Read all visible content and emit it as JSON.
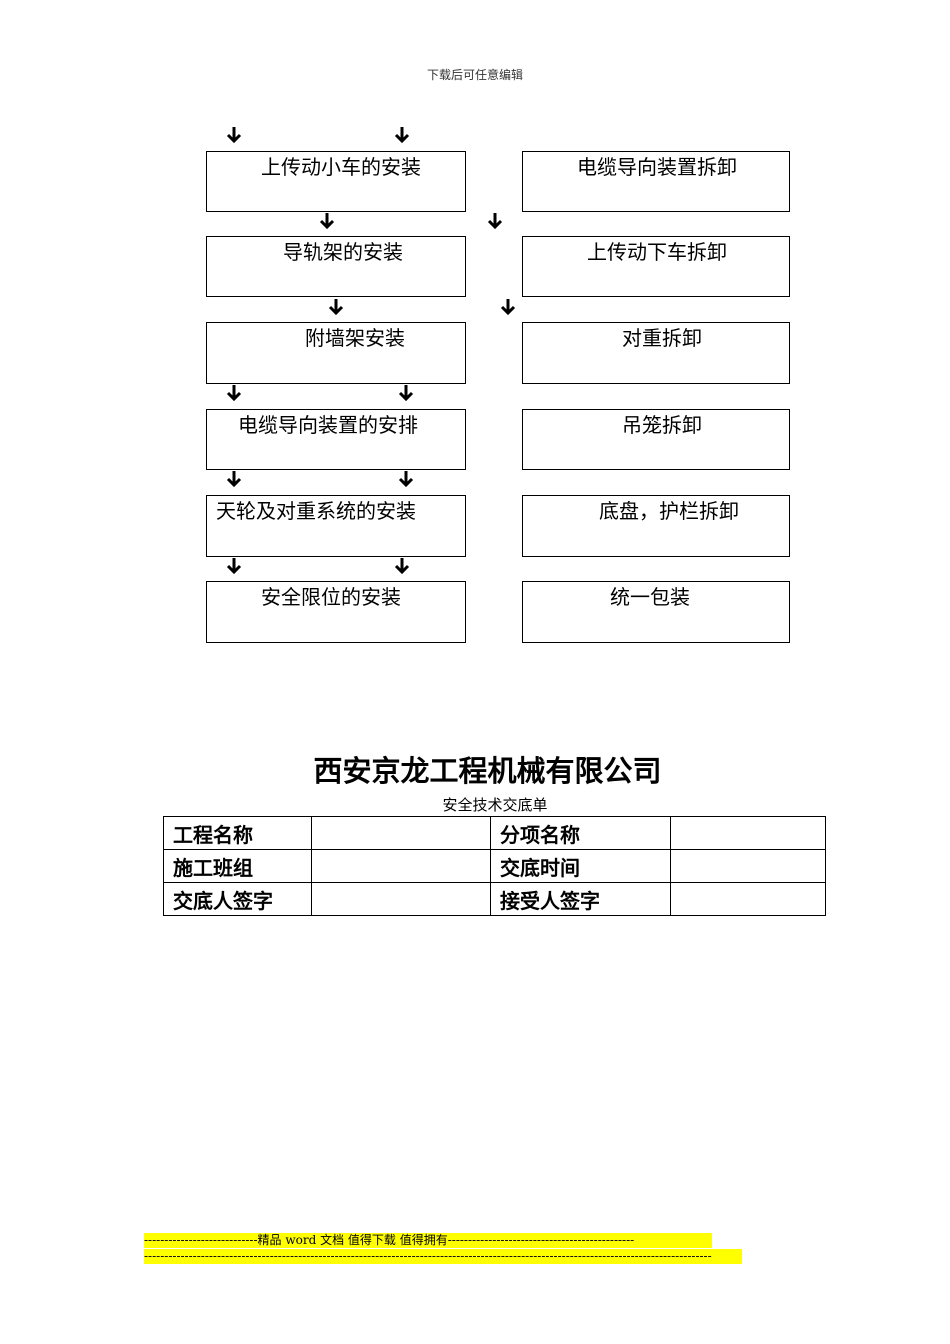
{
  "header_note": "下载后可任意编辑",
  "flow_left": [
    "上传动小车的安装",
    "导轨架的安装",
    "附墙架安装",
    "电缆导向装置的安排",
    "天轮及对重系统的安装",
    "安全限位的安装"
  ],
  "flow_right": [
    "电缆导向装置拆卸",
    "上传动下车拆卸",
    "对重拆卸",
    "吊笼拆卸",
    "底盘，护栏拆卸",
    "统一包装"
  ],
  "company": "西安京龙工程机械有限公司",
  "subtitle": "安全技术交底单",
  "info_table": {
    "r1c1": "工程名称",
    "r1c2": "",
    "r1c3": "分项名称",
    "r1c4": "",
    "r2c1": "施工班组",
    "r2c2": "",
    "r2c3": "交底时间",
    "r2c4": "",
    "r3c1": "交底人签字",
    "r3c2": "",
    "r3c3": "接受人签字",
    "r3c4": ""
  },
  "footer": {
    "line1": "----------------------------精品 word 文档 值得下载 值得拥有----------------------------------------------",
    "line2": "--------------------------------------------------------------------------------------------------------------------------------------------"
  }
}
